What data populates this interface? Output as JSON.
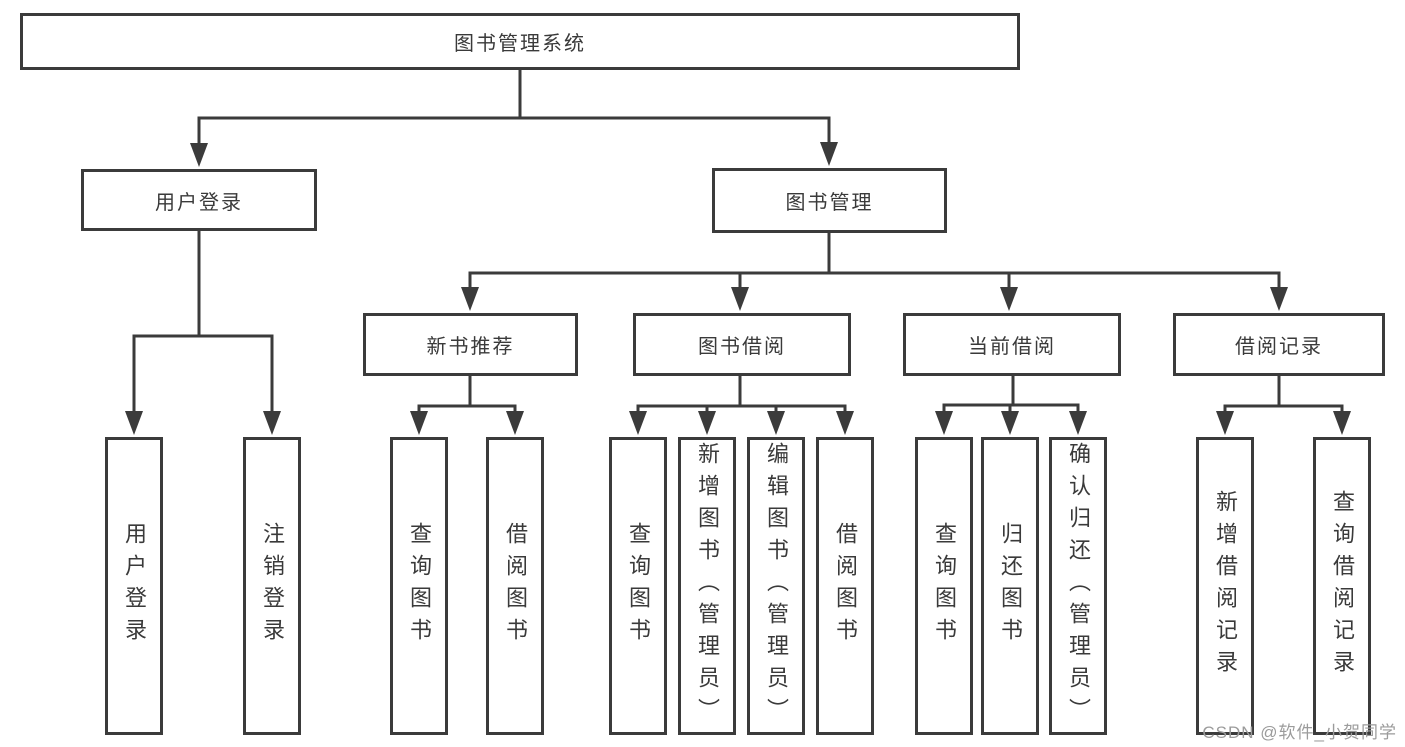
{
  "diagram": {
    "type": "tree",
    "root": {
      "id": "library-system",
      "label": "图书管理系统"
    },
    "level2": [
      {
        "id": "user-login-group",
        "label": "用户登录",
        "parent": "图书管理系统"
      },
      {
        "id": "book-management",
        "label": "图书管理",
        "parent": "图书管理系统"
      }
    ],
    "level3": [
      {
        "id": "new-book-recommend",
        "label": "新书推荐",
        "parent": "图书管理"
      },
      {
        "id": "book-borrow",
        "label": "图书借阅",
        "parent": "图书管理"
      },
      {
        "id": "current-borrow",
        "label": "当前借阅",
        "parent": "图书管理"
      },
      {
        "id": "borrow-records",
        "label": "借阅记录",
        "parent": "图书管理"
      }
    ],
    "leaves": [
      {
        "id": "user-login",
        "label": "用户登录",
        "parent": "用户登录"
      },
      {
        "id": "logout",
        "label": "注销登录",
        "parent": "用户登录"
      },
      {
        "id": "query-books-recommend",
        "label": "查询图书",
        "parent": "新书推荐"
      },
      {
        "id": "borrow-books-recommend",
        "label": "借阅图书",
        "parent": "新书推荐"
      },
      {
        "id": "query-books-borrow",
        "label": "查询图书",
        "parent": "图书借阅"
      },
      {
        "id": "add-books-admin",
        "label": "新增图书（管理员）",
        "parent": "图书借阅"
      },
      {
        "id": "edit-books-admin",
        "label": "编辑图书（管理员）",
        "parent": "图书借阅"
      },
      {
        "id": "borrow-books",
        "label": "借阅图书",
        "parent": "图书借阅"
      },
      {
        "id": "query-books-current",
        "label": "查询图书",
        "parent": "当前借阅"
      },
      {
        "id": "return-books",
        "label": "归还图书",
        "parent": "当前借阅"
      },
      {
        "id": "confirm-return-admin",
        "label": "确认归还（管理员）",
        "parent": "当前借阅"
      },
      {
        "id": "add-borrow-record",
        "label": "新增借阅记录",
        "parent": "借阅记录"
      },
      {
        "id": "query-borrow-record",
        "label": "查询借阅记录",
        "parent": "借阅记录"
      }
    ],
    "colors": {
      "line": "#3b3b3b",
      "text": "#3a3a3a",
      "background": "#ffffff",
      "watermark": "#9b9b9b"
    }
  },
  "watermark": {
    "text": "CSDN @软件_小贺同学"
  }
}
